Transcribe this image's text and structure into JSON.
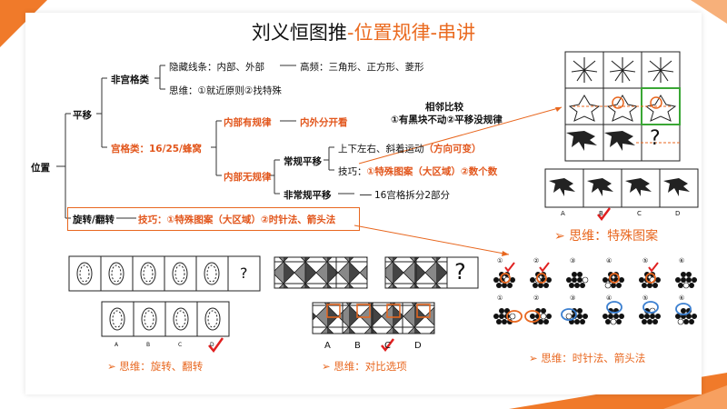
{
  "title": {
    "main": "刘义恒图推",
    "sub": "-位置规律-串讲"
  },
  "tree": {
    "root": "位置",
    "translation": "平移",
    "non_grid": "非宫格类",
    "hidden_lines": "隐藏线条：内部、外部",
    "high_freq": "高频：三角形、正方形、菱形",
    "non_grid_thinking": "思维：①就近原则②找特殊",
    "grid": "宫格类：16/25/蜂窝",
    "inner_rule": "内部有规律",
    "inner_outer_split": "内外分开看",
    "compare_title": "相邻比较",
    "compare_rule": "①有黑块不动②平移没规律",
    "inner_no_rule": "内部无规律",
    "regular_move": "常规平移",
    "directions": "上下左右、斜着运动",
    "direction_variable": "（方向可变）",
    "skill_label": "技巧：",
    "skill_detail": "①特殊图案（大区域）②数个数",
    "irregular_move": "非常规平移",
    "split_16": "16宫格拆分2部分",
    "rotate_flip": "旋转/翻转",
    "rotate_skill": "技巧：①特殊图案（大区域）②时针法、箭头法"
  },
  "captions": {
    "special_pattern": "思维：特殊图案",
    "rotate_flip": "思维：旋转、翻转",
    "compare_options": "思维：对比选项",
    "clock_arrow": "思维：时针法、箭头法"
  },
  "puzzle_options": {
    "leaf_options": [
      "A",
      "B",
      "C",
      "D"
    ],
    "oval_options": [
      "A",
      "B",
      "C",
      "D"
    ],
    "square_options": [
      "A",
      "B",
      "C",
      "D"
    ],
    "question_mark": "?"
  },
  "hex_numbers": {
    "top": [
      "①",
      "②",
      "③",
      "④",
      "⑤",
      "⑥"
    ],
    "bottom": [
      "①",
      "②",
      "③",
      "④",
      "⑤",
      "⑥"
    ]
  },
  "colors": {
    "accent": "#e8671f",
    "green": "#3aa635",
    "red_check": "#e02020",
    "blue": "#3b7fd0"
  }
}
